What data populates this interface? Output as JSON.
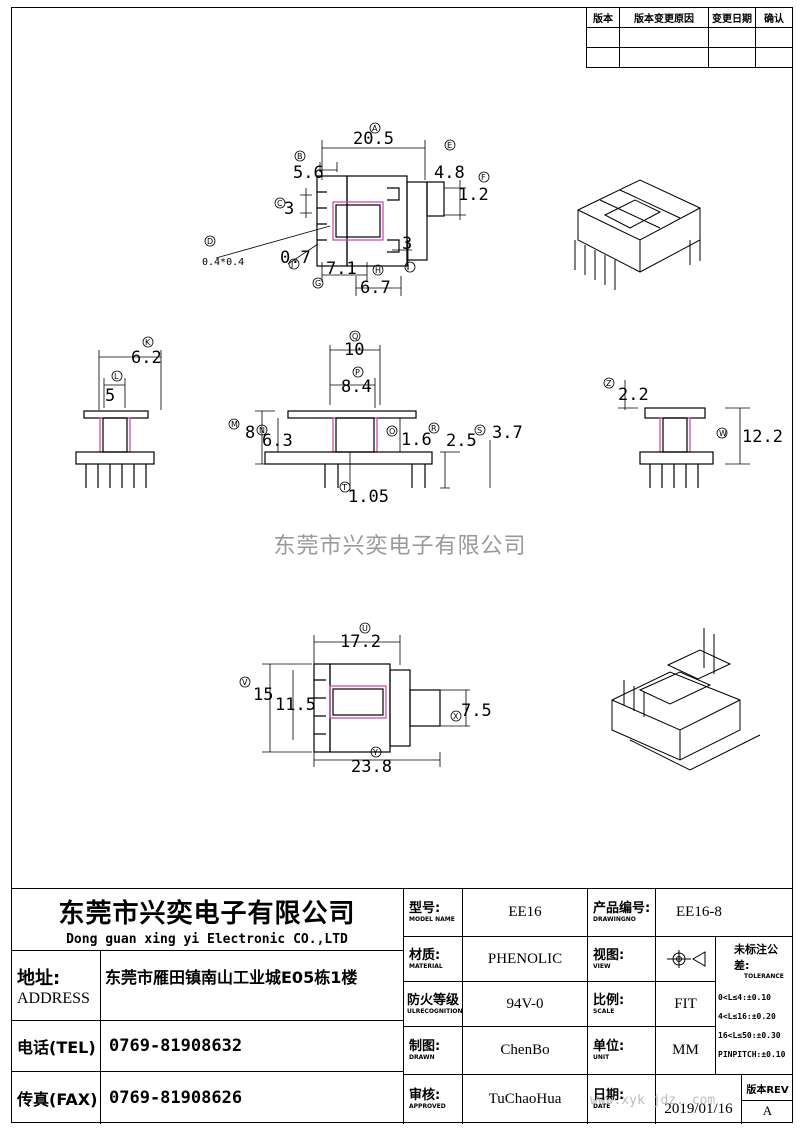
{
  "revision_table": {
    "headers": [
      "版本",
      "版本变更原因",
      "变更日期",
      "确认"
    ],
    "rows": [
      [
        "",
        "",
        "",
        ""
      ],
      [
        "",
        "",
        "",
        ""
      ]
    ]
  },
  "watermark": "东莞市兴奕电子有限公司",
  "corner_watermark": "www.xyk jdz. com",
  "dimensions": {
    "top_view": [
      "20.5",
      "5.6",
      "4.8",
      "1.2",
      "3",
      "0.7",
      "3",
      "7.1",
      "6.7",
      "0.4*0.4"
    ],
    "left_view": [
      "6.2",
      "5"
    ],
    "front_view": [
      "10",
      "8.4",
      "8",
      "6.3",
      "1.6",
      "2.5",
      "3.7",
      "1.05"
    ],
    "right_view": [
      "2.2",
      "12.2"
    ],
    "bottom_view": [
      "17.2",
      "15",
      "11.5",
      "7.5",
      "23.8"
    ]
  },
  "bubbles": {
    "top_view": [
      "A",
      "B",
      "C",
      "D",
      "E",
      "F",
      "G",
      "H",
      "I",
      "J"
    ],
    "left_view": [
      "K",
      "L"
    ],
    "front_view": [
      "Q",
      "P",
      "M",
      "N",
      "O",
      "R",
      "S",
      "T"
    ],
    "right_view": [
      "Z",
      "W"
    ],
    "bottom_view": [
      "U",
      "V",
      "X",
      "Y"
    ]
  },
  "title_block": {
    "company_cn": "东莞市兴奕电子有限公司",
    "company_en": "Dong guan xing yi Electronic CO.,LTD",
    "address_label_cn": "地址:",
    "address_label_en": "ADDRESS",
    "address_value": "东莞市雁田镇南山工业城E05栋1楼",
    "tel_label": "电话(TEL)",
    "tel_value": "0769-81908632",
    "fax_label": "传真(FAX)",
    "fax_value": "0769-81908626",
    "model_label_cn": "型号:",
    "model_label_en": "MODEL NAME",
    "model_value": "EE16",
    "material_label_cn": "材质:",
    "material_label_en": "MATERIAL",
    "material_value": "PHENOLIC",
    "fire_label_cn": "防火等级",
    "fire_label_en": "ULRECOGNITION",
    "fire_value": "94V-0",
    "drawn_label_cn": "制图:",
    "drawn_label_en": "DRAWN",
    "drawn_value": "ChenBo",
    "approved_label_cn": "审核:",
    "approved_label_en": "APPROVED",
    "approved_value": "TuChaoHua",
    "drawing_no_label_cn": "产品编号:",
    "drawing_no_label_en": "DRAWINGNO",
    "drawing_no_value": "EE16-8",
    "view_label_cn": "视图:",
    "view_label_en": "VIEW",
    "scale_label_cn": "比例:",
    "scale_label_en": "SCALE",
    "scale_value": "FIT",
    "unit_label_cn": "单位:",
    "unit_label_en": "UNIT",
    "unit_value": "MM",
    "date_label_cn": "日期:",
    "date_label_en": "DATE",
    "date_value": "2019/01/16",
    "tolerance_label_cn": "未标注公差:",
    "tolerance_label_en": "TOLERANCE",
    "tolerances": [
      "0<L≤4:±0.10",
      "4<L≤16:±0.20",
      "16<L≤50:±0.30",
      "PINPITCH:±0.10"
    ],
    "rev_label": "版本REV",
    "rev_value": "A"
  }
}
